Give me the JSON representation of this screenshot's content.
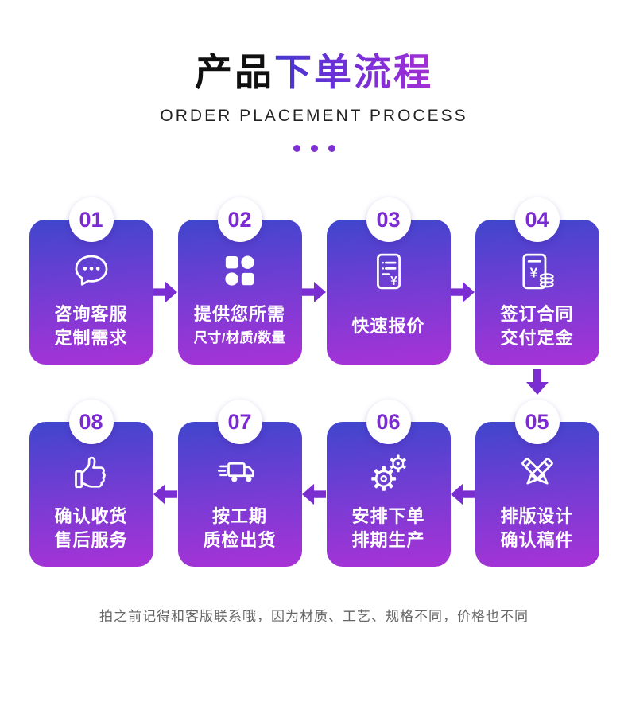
{
  "header": {
    "title_black": "产品",
    "title_accent": "下单流程",
    "subtitle": "ORDER PLACEMENT PROCESS"
  },
  "steps": [
    {
      "num": "01",
      "icon": "chat-bubble-icon",
      "line1": "咨询客服",
      "line2": "定制需求"
    },
    {
      "num": "02",
      "icon": "shapes-grid-icon",
      "line1": "提供您所需",
      "line2": "尺寸/材质/数量"
    },
    {
      "num": "03",
      "icon": "quote-document-icon",
      "line1": "快速报价",
      "line2": ""
    },
    {
      "num": "04",
      "icon": "contract-coins-icon",
      "line1": "签订合同",
      "line2": "交付定金"
    },
    {
      "num": "05",
      "icon": "design-pencils-icon",
      "line1": "排版设计",
      "line2": "确认稿件"
    },
    {
      "num": "06",
      "icon": "gears-icon",
      "line1": "安排下单",
      "line2": "排期生产"
    },
    {
      "num": "07",
      "icon": "truck-icon",
      "line1": "按工期",
      "line2": "质检出货"
    },
    {
      "num": "08",
      "icon": "thumbs-up-icon",
      "line1": "确认收货",
      "line2": "售后服务"
    }
  ],
  "footer": {
    "note": "拍之前记得和客版联系哦，因为材质、工艺、规格不同，价格也不同"
  },
  "colors": {
    "card_gradient_top": "#3f46cd",
    "card_gradient_bottom": "#a832d6",
    "accent_purple": "#7a2ed2",
    "number_color": "#7b2bd2",
    "title_black": "#101010",
    "note_gray": "#666666"
  }
}
